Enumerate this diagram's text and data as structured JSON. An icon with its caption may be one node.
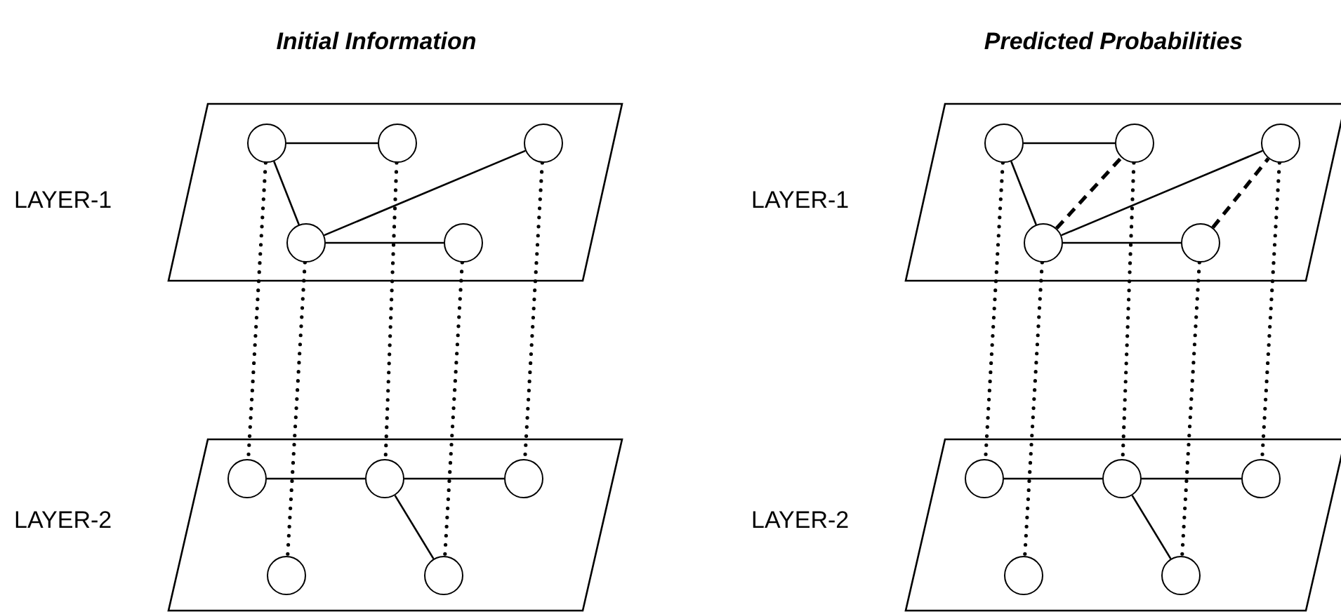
{
  "diagram": {
    "nodes": [
      {
        "text": [],
        "shape": "parallelogram",
        "beside": [
          "LAYER-1"
        ]
      },
      {
        "text": [],
        "shape": "circle",
        "in": 0
      },
      {
        "text": [],
        "shape": "circle",
        "in": 0
      },
      {
        "text": [],
        "shape": "circle",
        "in": 0
      },
      {
        "text": [],
        "shape": "circle",
        "in": 0
      },
      {
        "text": [],
        "shape": "circle",
        "in": 0
      },
      {
        "text": [],
        "shape": "parallelogram",
        "beside": [
          "LAYER-2"
        ]
      },
      {
        "text": [],
        "shape": "circle",
        "in": 6
      },
      {
        "text": [],
        "shape": "circle",
        "in": 6
      },
      {
        "text": [],
        "shape": "circle",
        "in": 6
      },
      {
        "text": [],
        "shape": "circle",
        "in": 6
      },
      {
        "text": [],
        "shape": "circle",
        "in": 6
      },
      {
        "text": [],
        "shape": "parallelogram",
        "beside": [
          "LAYER-1"
        ]
      },
      {
        "text": [],
        "shape": "circle",
        "in": 12
      },
      {
        "text": [],
        "shape": "circle",
        "in": 12
      },
      {
        "text": [],
        "shape": "circle",
        "in": 12
      },
      {
        "text": [],
        "shape": "circle",
        "in": 12
      },
      {
        "text": [],
        "shape": "circle",
        "in": 12
      },
      {
        "text": [],
        "shape": "parallelogram",
        "beside": [
          "LAYER-2"
        ]
      },
      {
        "text": [],
        "shape": "circle",
        "in": 18
      },
      {
        "text": [],
        "shape": "circle",
        "in": 18
      },
      {
        "text": [],
        "shape": "circle",
        "in": 18
      },
      {
        "text": [],
        "shape": "circle",
        "in": 18
      },
      {
        "text": [],
        "shape": "circle",
        "in": 18
      }
    ],
    "edges": [
      {
        "from": 1,
        "to": 2,
        "arrow": "none"
      },
      {
        "from": 1,
        "to": 4,
        "arrow": "none"
      },
      {
        "from": 4,
        "to": 3,
        "arrow": "none"
      },
      {
        "from": 4,
        "to": 5,
        "arrow": "none"
      },
      {
        "from": 7,
        "to": 8,
        "arrow": "none"
      },
      {
        "from": 8,
        "to": 9,
        "arrow": "none"
      },
      {
        "from": 8,
        "to": 11,
        "arrow": "none"
      },
      {
        "from": 1,
        "to": 7,
        "arrow": "none",
        "style": "dashed"
      },
      {
        "from": 2,
        "to": 8,
        "arrow": "none",
        "style": "dashed"
      },
      {
        "from": 3,
        "to": 9,
        "arrow": "none",
        "style": "dashed"
      },
      {
        "from": 4,
        "to": 10,
        "arrow": "none",
        "style": "dashed"
      },
      {
        "from": 5,
        "to": 11,
        "arrow": "none",
        "style": "dashed"
      },
      {
        "from": 13,
        "to": 14,
        "arrow": "none"
      },
      {
        "from": 13,
        "to": 16,
        "arrow": "none"
      },
      {
        "from": 16,
        "to": 15,
        "arrow": "none"
      },
      {
        "from": 16,
        "to": 17,
        "arrow": "none"
      },
      {
        "from": 16,
        "to": 14,
        "arrow": "none",
        "style": "dashed"
      },
      {
        "from": 17,
        "to": 15,
        "arrow": "none",
        "style": "dashed"
      },
      {
        "from": 19,
        "to": 20,
        "arrow": "none"
      },
      {
        "from": 20,
        "to": 21,
        "arrow": "none"
      },
      {
        "from": 20,
        "to": 23,
        "arrow": "none"
      },
      {
        "from": 13,
        "to": 19,
        "arrow": "none",
        "style": "dashed"
      },
      {
        "from": 14,
        "to": 20,
        "arrow": "none",
        "style": "dashed"
      },
      {
        "from": 15,
        "to": 21,
        "arrow": "none",
        "style": "dashed"
      },
      {
        "from": 16,
        "to": 22,
        "arrow": "none",
        "style": "dashed"
      },
      {
        "from": 17,
        "to": 23,
        "arrow": "none",
        "style": "dashed"
      }
    ],
    "labels": [
      "Initial Information",
      "Predicted Probabilities"
    ]
  }
}
